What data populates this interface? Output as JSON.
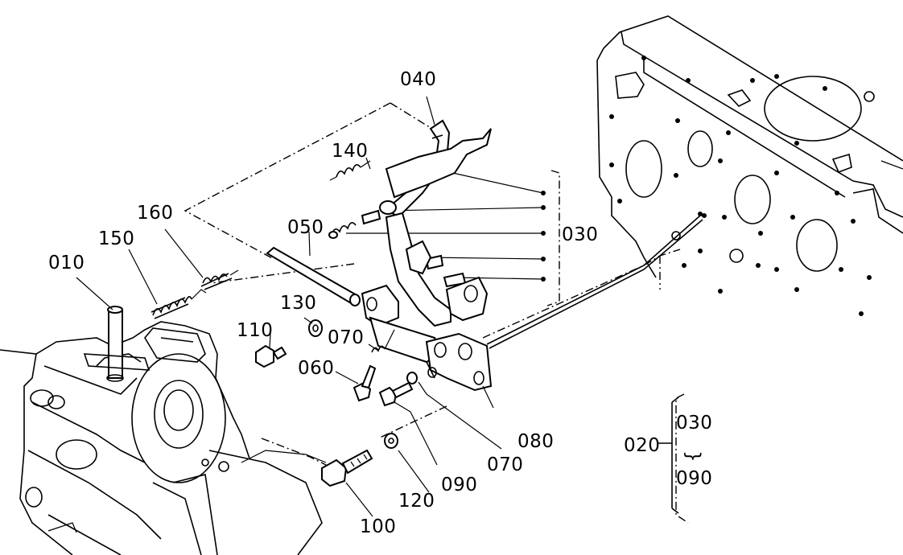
{
  "part_numbers": {
    "p010": "010",
    "p020": "020",
    "p030": "030",
    "p030_group": "030",
    "p040": "040",
    "p050": "050",
    "p060": "060",
    "p070_a": "070",
    "p070_b": "070",
    "p080": "080",
    "p090": "090",
    "p090_group": "090",
    "p100": "100",
    "p110": "110",
    "p120": "120",
    "p130": "130",
    "p140": "140",
    "p150": "150",
    "p160": "160"
  },
  "group_range_symbol": "}"
}
